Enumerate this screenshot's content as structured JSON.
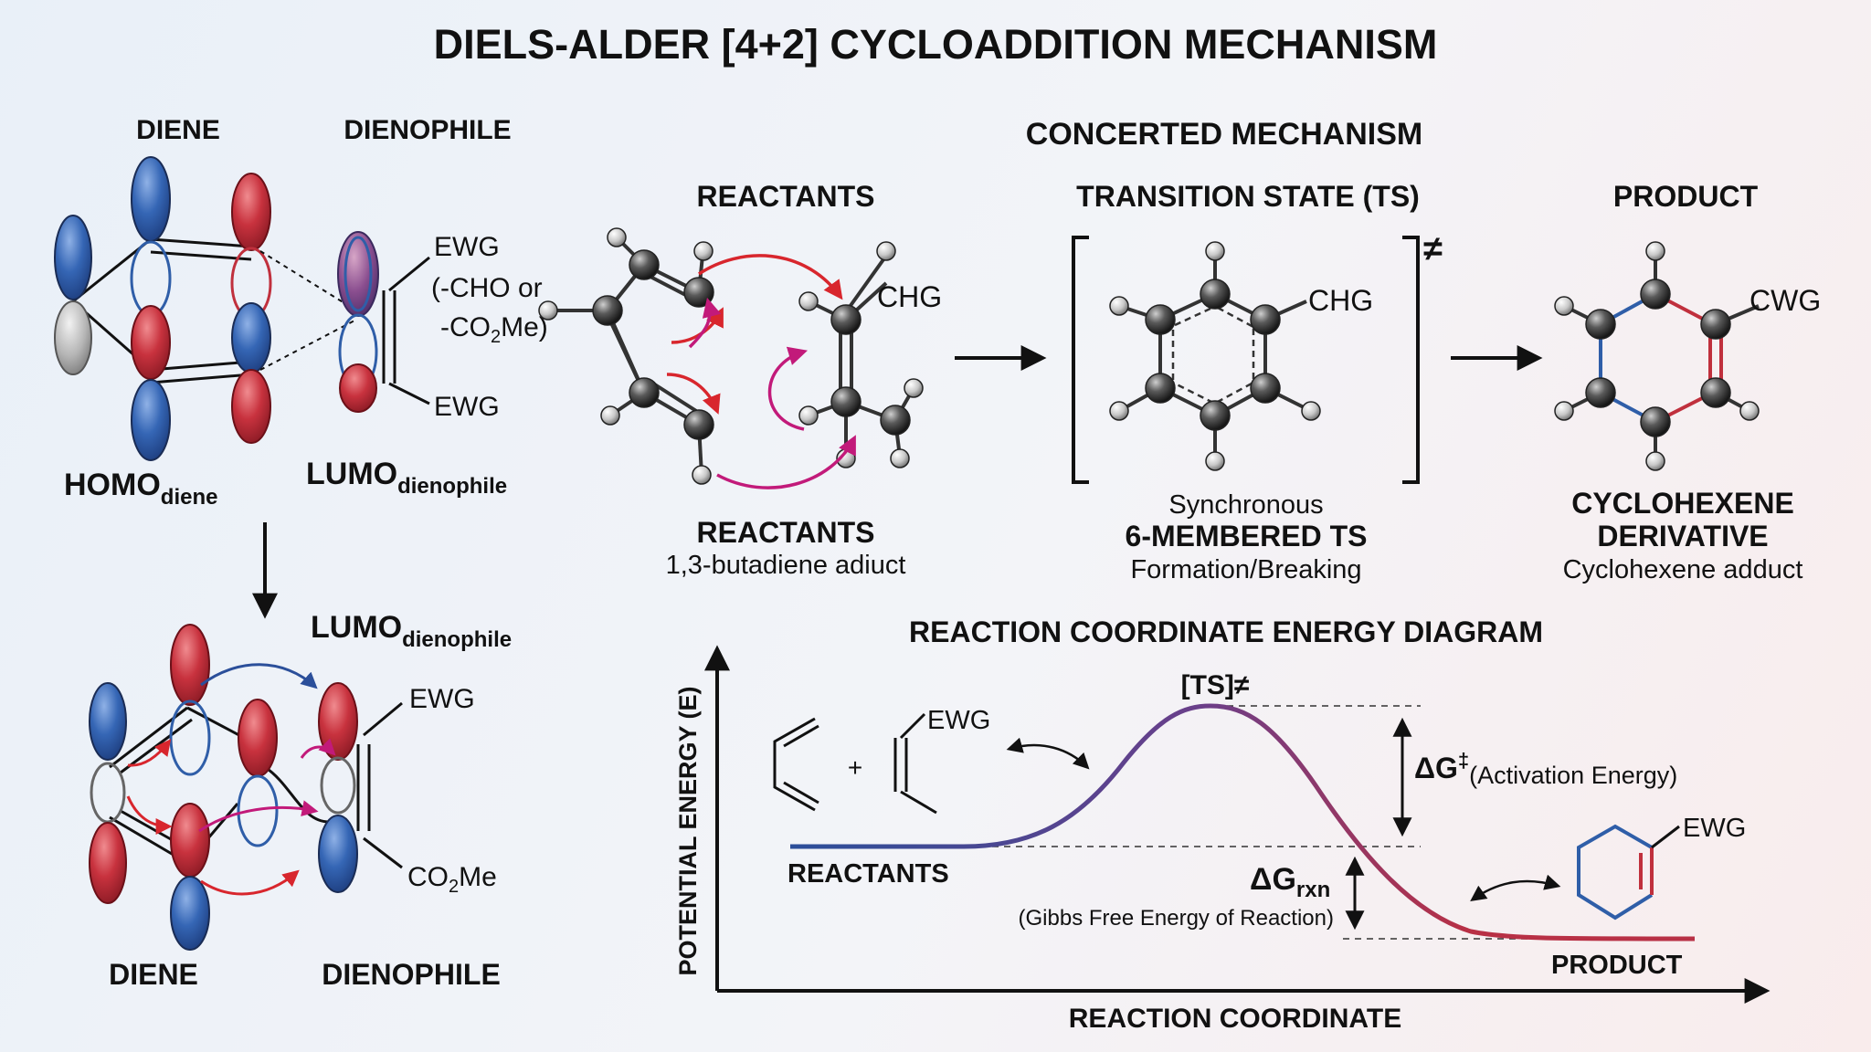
{
  "title": "DIELS-ALDER [4+2] CYCLOADDITION MECHANISM",
  "colors": {
    "blue_lobe": "#2f5ea8",
    "red_lobe": "#c0303d",
    "curve_blue": "#2b4f9a",
    "curve_red": "#b83045",
    "arrow_red": "#d8262d",
    "arrow_magenta": "#c21a7a",
    "text": "#111111"
  },
  "left_panel": {
    "top": {
      "diene_label": "DIENE",
      "dienophile_label": "DIENOPHILE",
      "ewg_top": "EWG",
      "ewg_note_1": "(-CHO or",
      "ewg_note_2a": "-CO",
      "ewg_note_2_sub": "2",
      "ewg_note_2b": "Me)",
      "ewg_bottom": "EWG",
      "homo_main": "HOMO",
      "homo_sub": "diene",
      "lumo_main": "LUMO",
      "lumo_sub": "dienophile"
    },
    "bottom": {
      "lumo_main": "LUMO",
      "lumo_sub": "dienophile",
      "ewg": "EWG",
      "co2me_a": "CO",
      "co2me_sub": "2",
      "co2me_b": "Me",
      "diene_label": "DIENE",
      "dienophile_label": "DIENOPHILE"
    }
  },
  "mechanism": {
    "heading": "CONCERTED MECHANISM",
    "reactants_heading": "REACTANTS",
    "ts_heading": "TRANSITION STATE (TS)",
    "product_heading": "PRODUCT",
    "reactant_sub_label": "CHG",
    "ts_sub_label": "CHG",
    "product_sub_label": "CWG",
    "ts_symbol": "≠",
    "reactants_caption_bold": "REACTANTS",
    "reactants_caption": "1,3-butadiene adiuct",
    "ts_caption_1": "Synchronous",
    "ts_caption_bold": "6-MEMBERED TS",
    "ts_caption_2": "Formation/Breaking",
    "product_caption_bold_1": "CYCLOHEXENE",
    "product_caption_bold_2": "DERIVATIVE",
    "product_caption": "Cyclohexene adduct"
  },
  "energy_diagram": {
    "title": "REACTION COORDINATE ENERGY DIAGRAM",
    "ylabel": "POTENTIAL ENERGY (E)",
    "xlabel": "REACTION COORDINATE",
    "ts_label": "[TS]≠",
    "dg_act_symbol": "ΔG",
    "dg_act_sup": "‡",
    "dg_act_note": "(Activation Energy)",
    "dg_rxn_symbol": "ΔG",
    "dg_rxn_sub": "rxn",
    "dg_rxn_note": "(Gibbs Free Energy of Reaction)",
    "reactants_label": "REACTANTS",
    "product_label": "PRODUCT",
    "plus": "+",
    "reactant_ewg": "EWG",
    "product_ewg": "EWG"
  }
}
